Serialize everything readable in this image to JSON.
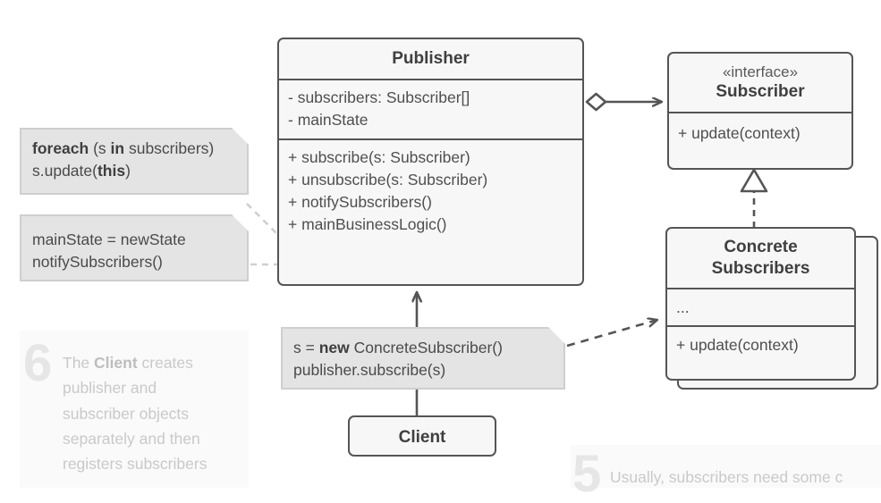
{
  "diagram": {
    "title": "Observer pattern UML class diagram",
    "colors": {
      "class_fill": "#f7f7f7",
      "class_border": "#555555",
      "note_fill": "#e4e4e4",
      "note_border": "#cfcfcf",
      "text": "#4a4a4a",
      "annotation_text": "#c9c9c9",
      "annotation_number": "#e6e6e6",
      "connector": "#555555",
      "leader_line": "#cfcfcf"
    }
  },
  "classes": {
    "publisher": {
      "name": "Publisher",
      "fields": [
        "- subscribers: Subscriber[]",
        "- mainState"
      ],
      "methods": [
        "+ subscribe(s: Subscriber)",
        "+ unsubscribe(s: Subscriber)",
        "+ notifySubscribers()",
        "+ mainBusinessLogic()"
      ]
    },
    "subscriber": {
      "stereotype": "«interface»",
      "name": "Subscriber",
      "methods": [
        "+ update(context)"
      ]
    },
    "concrete_subscribers": {
      "name_line1": "Concrete",
      "name_line2": "Subscribers",
      "fields": [
        "..."
      ],
      "methods": [
        "+ update(context)"
      ]
    },
    "client": {
      "name": "Client"
    }
  },
  "notes": {
    "notify_loop": {
      "line1_pre": "foreach",
      "line1_mid": " (s ",
      "line1_bold2": "in",
      "line1_post": " subscribers)",
      "line2_pre": " s.update(",
      "line2_bold": "this",
      "line2_post": ")"
    },
    "main_business_logic": {
      "line1": "mainState = newState",
      "line2": "notifySubscribers()"
    },
    "client_code": {
      "line1_pre": "s = ",
      "line1_bold": "new",
      "line1_post": " ConcreteSubscriber()",
      "line2": "publisher.subscribe(s)"
    }
  },
  "annotations": {
    "six": {
      "number": "6",
      "line1_pre": "The ",
      "line1_bold": "Client",
      "line1_post": " creates",
      "line2": "publisher and",
      "line3": "subscriber objects",
      "line4": "separately and then",
      "line5": "registers subscribers"
    },
    "five": {
      "number": "5",
      "line1": "Usually, subscribers need some c"
    }
  }
}
